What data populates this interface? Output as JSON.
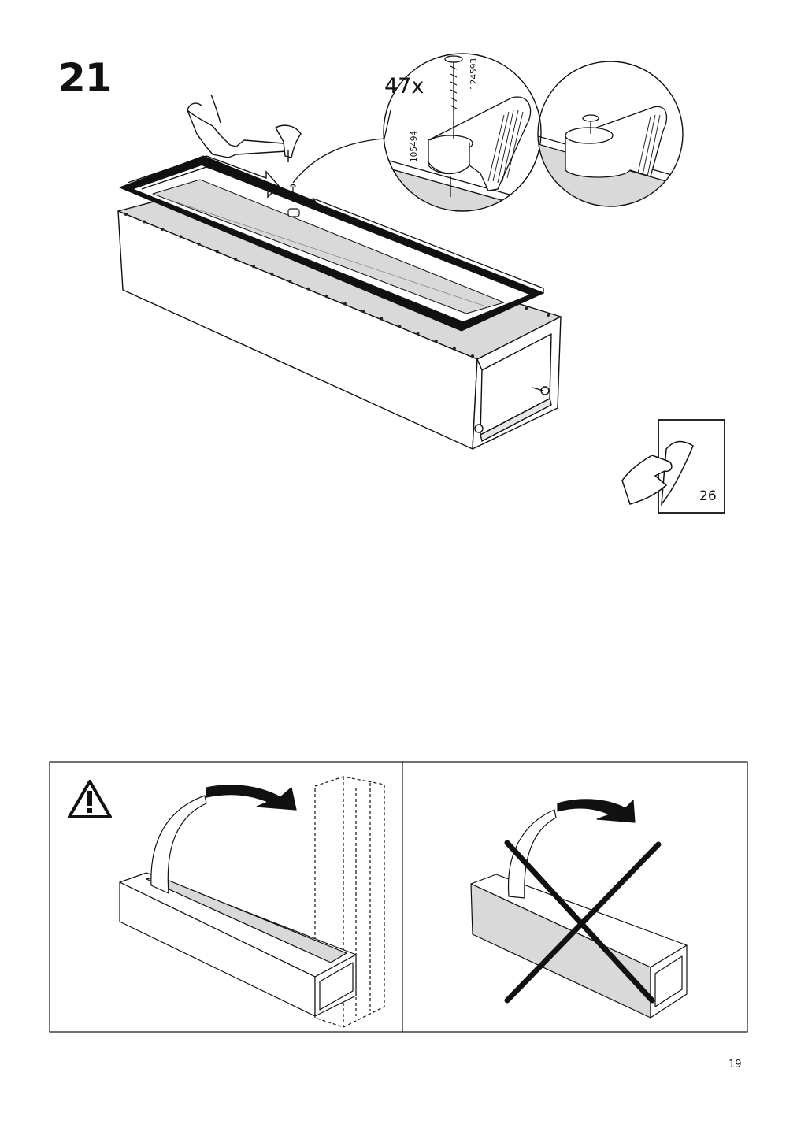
{
  "step": {
    "number": "21"
  },
  "detail": {
    "quantity": "47x",
    "nail_article_number": "124593",
    "clip_article_number": "105494"
  },
  "reference": {
    "page": "26"
  },
  "warning": {
    "icon": "warning-triangle-icon"
  },
  "footer": {
    "page_number": "19"
  },
  "colors": {
    "ink": "#111111",
    "panel_grey": "#d9d9d9",
    "board_black": "#111111"
  }
}
